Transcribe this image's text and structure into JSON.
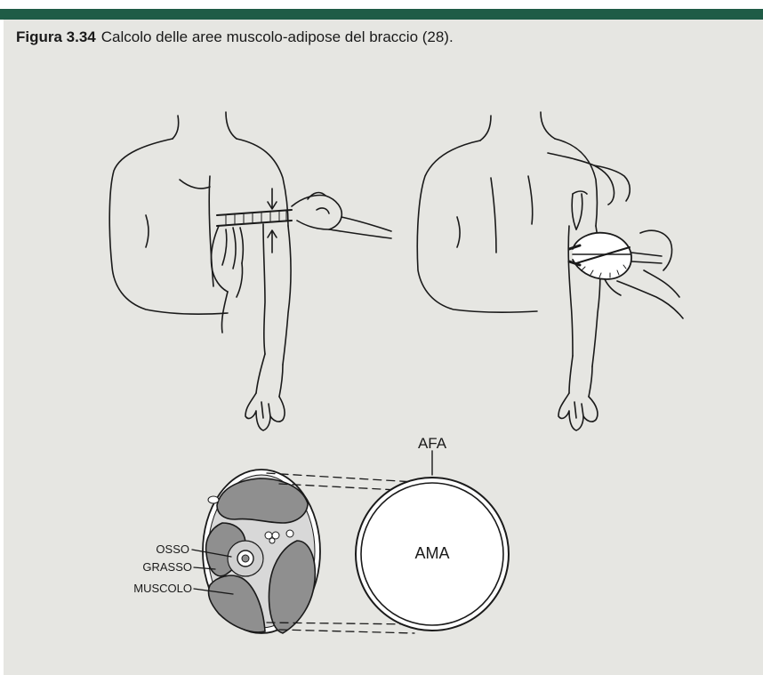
{
  "caption": {
    "figure_number": "Figura 3.34",
    "text": "Calcolo delle aree muscolo-adipose del braccio (28)."
  },
  "labels": {
    "afa": "AFA",
    "ama": "AMA",
    "osso": "OSSO",
    "grasso": "GRASSO",
    "muscolo": "MUSCOLO"
  },
  "colors": {
    "header_bar": "#1f5c46",
    "panel_background": "#e6e6e2",
    "muscle_fill": "#8f8f8f",
    "fat_fill": "#cfcfcf",
    "line": "#1a1a1a"
  }
}
